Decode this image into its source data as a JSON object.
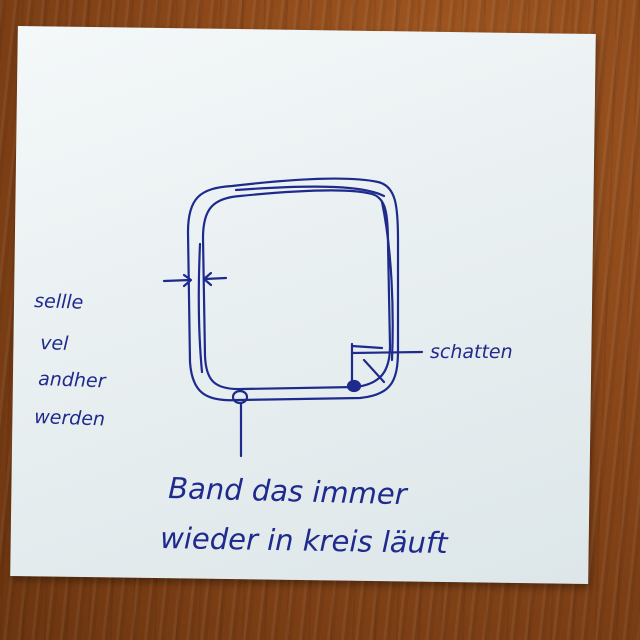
{
  "photo": {
    "surface": "wooden table",
    "note_color": "#eef3f5",
    "ink_color": "#1e2a8c",
    "sketch": "rounded square drawn twice with thickness marker arrows, shadow corner and a dot marker on the bottom edge"
  },
  "annotations": {
    "left_lines": [
      "sellle",
      "vel",
      "andher",
      "werden"
    ],
    "right_label": "schatten",
    "bottom_line1": "Band das immer",
    "bottom_line2": "wieder in kreis läuft"
  }
}
